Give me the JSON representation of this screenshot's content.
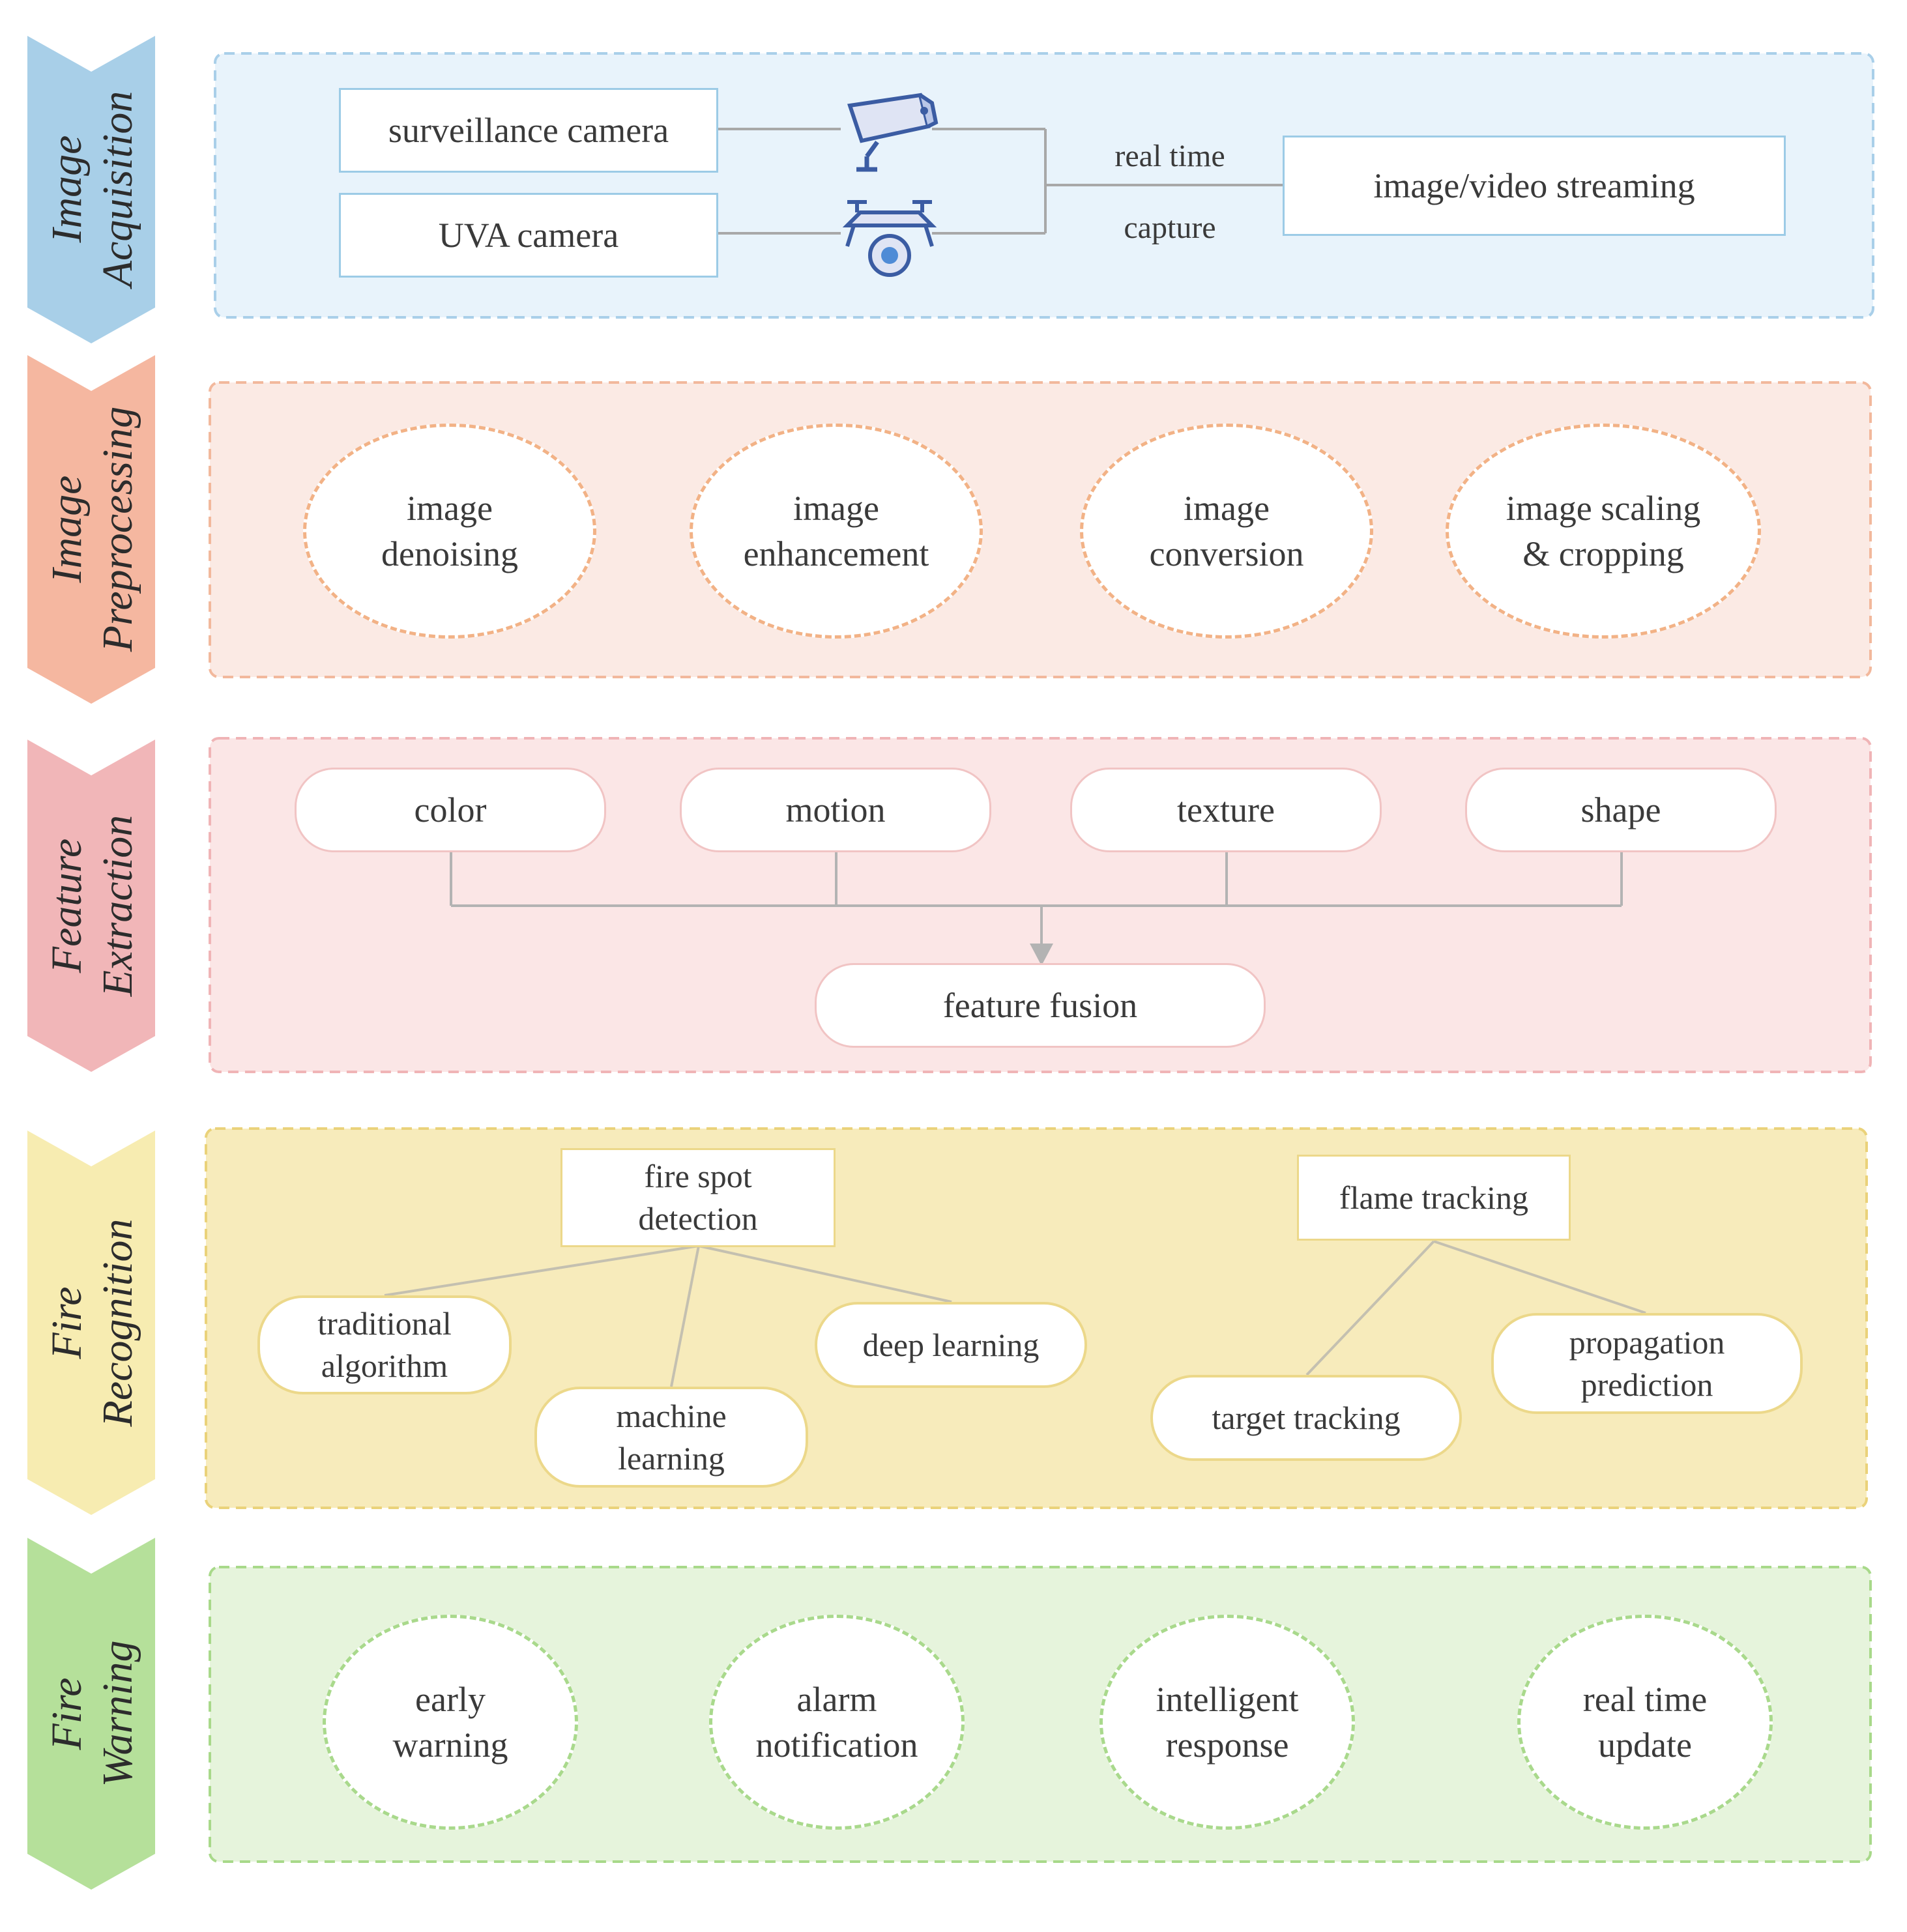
{
  "stages": [
    {
      "label": "Image\nAcquisition",
      "color": "#a8cfe8"
    },
    {
      "label": "Image\nPreprocessing",
      "color": "#f5b7a0"
    },
    {
      "label": "Feature\nExtraction",
      "color": "#f1b6b8"
    },
    {
      "label": "Fire\nRecognition",
      "color": "#f7ecb1"
    },
    {
      "label": "Fire\nWarning",
      "color": "#b5e09a"
    }
  ],
  "panel_colors": [
    "#e8f3fb",
    "#fbeae4",
    "#fbe6e6",
    "#f7ebbb",
    "#e6f4dc"
  ],
  "acquisition": {
    "surveillance_camera": "surveillance camera",
    "uva_camera": "UVA camera",
    "real_time": "real time",
    "capture": "capture",
    "streaming": "image/video streaming",
    "icons": [
      "surveillance-camera-icon",
      "drone-camera-icon"
    ]
  },
  "preprocessing": [
    "image\ndenoising",
    "image\nenhancement",
    "image\nconversion",
    "image scaling\n& cropping"
  ],
  "features": [
    "color",
    "motion",
    "texture",
    "shape"
  ],
  "feature_fusion": "feature fusion",
  "recognition": {
    "fire_spot": "fire spot\ndetection",
    "flame_tracking": "flame tracking",
    "traditional": "traditional\nalgorithm",
    "machine": "machine\nlearning",
    "deep": "deep learning",
    "target": "target tracking",
    "propagation": "propagation\nprediction"
  },
  "warning": [
    "early\nwarning",
    "alarm\nnotification",
    "intelligent\nresponse",
    "real time\nupdate"
  ]
}
